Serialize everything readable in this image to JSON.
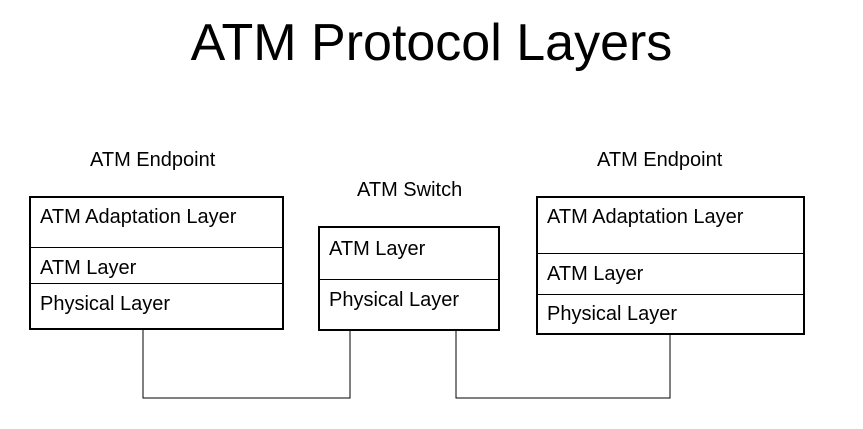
{
  "title": "ATM Protocol Layers",
  "left_endpoint": {
    "caption": "ATM Endpoint",
    "layers": [
      "ATM Adaptation Layer",
      "ATM Layer",
      "Physical Layer"
    ]
  },
  "switch": {
    "caption": "ATM Switch",
    "layers": [
      "ATM Layer",
      "Physical Layer"
    ]
  },
  "right_endpoint": {
    "caption": "ATM Endpoint",
    "layers": [
      "ATM Adaptation Layer",
      "ATM Layer",
      "Physical Layer"
    ]
  },
  "line_color": "#000000"
}
